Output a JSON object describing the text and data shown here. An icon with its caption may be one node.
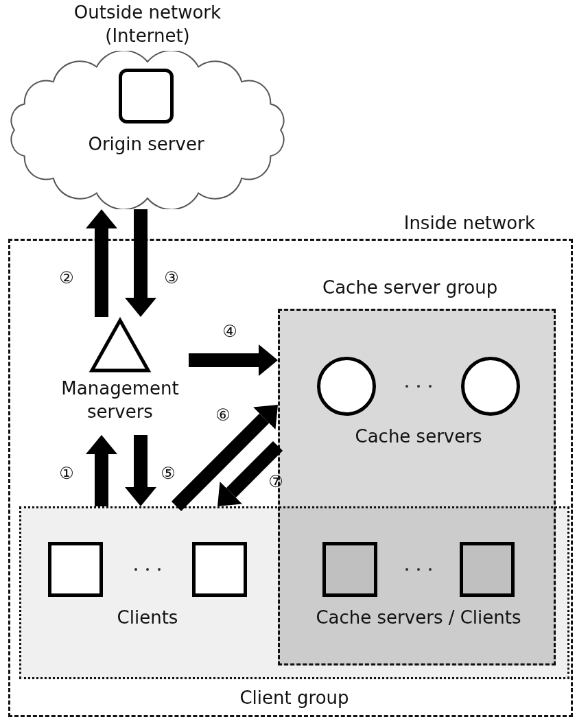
{
  "diagram": {
    "nodes": [
      {
        "text": [
          "Outside network (Internet)"
        ]
      },
      {
        "text": [
          "Origin server"
        ],
        "in": 0
      },
      {
        "text": [
          "Inside network"
        ]
      },
      {
        "text": [
          "Management servers"
        ],
        "in": 2
      },
      {
        "text": [
          "Cache server group"
        ],
        "in": 2
      },
      {
        "text": [
          "Cache servers"
        ],
        "in": 4
      },
      {
        "text": [
          "Client group"
        ],
        "in": 2
      },
      {
        "text": [
          "Clients"
        ],
        "in": 6
      },
      {
        "text": [
          "Cache servers / Clients"
        ]
      }
    ],
    "edges": [
      {
        "from": 6,
        "to": 3,
        "arrow": "to",
        "label": "①"
      },
      {
        "from": 3,
        "to": 0,
        "arrow": "to",
        "label": "②"
      },
      {
        "from": 0,
        "to": 3,
        "arrow": "to",
        "label": "③"
      },
      {
        "from": 3,
        "to": 4,
        "arrow": "to",
        "label": "④"
      },
      {
        "from": 3,
        "to": 6,
        "arrow": "to",
        "label": "⑤"
      },
      {
        "from": 6,
        "to": 4,
        "arrow": "to",
        "label": "⑥"
      },
      {
        "from": 4,
        "to": 6,
        "arrow": "to",
        "label": "⑦"
      }
    ]
  }
}
